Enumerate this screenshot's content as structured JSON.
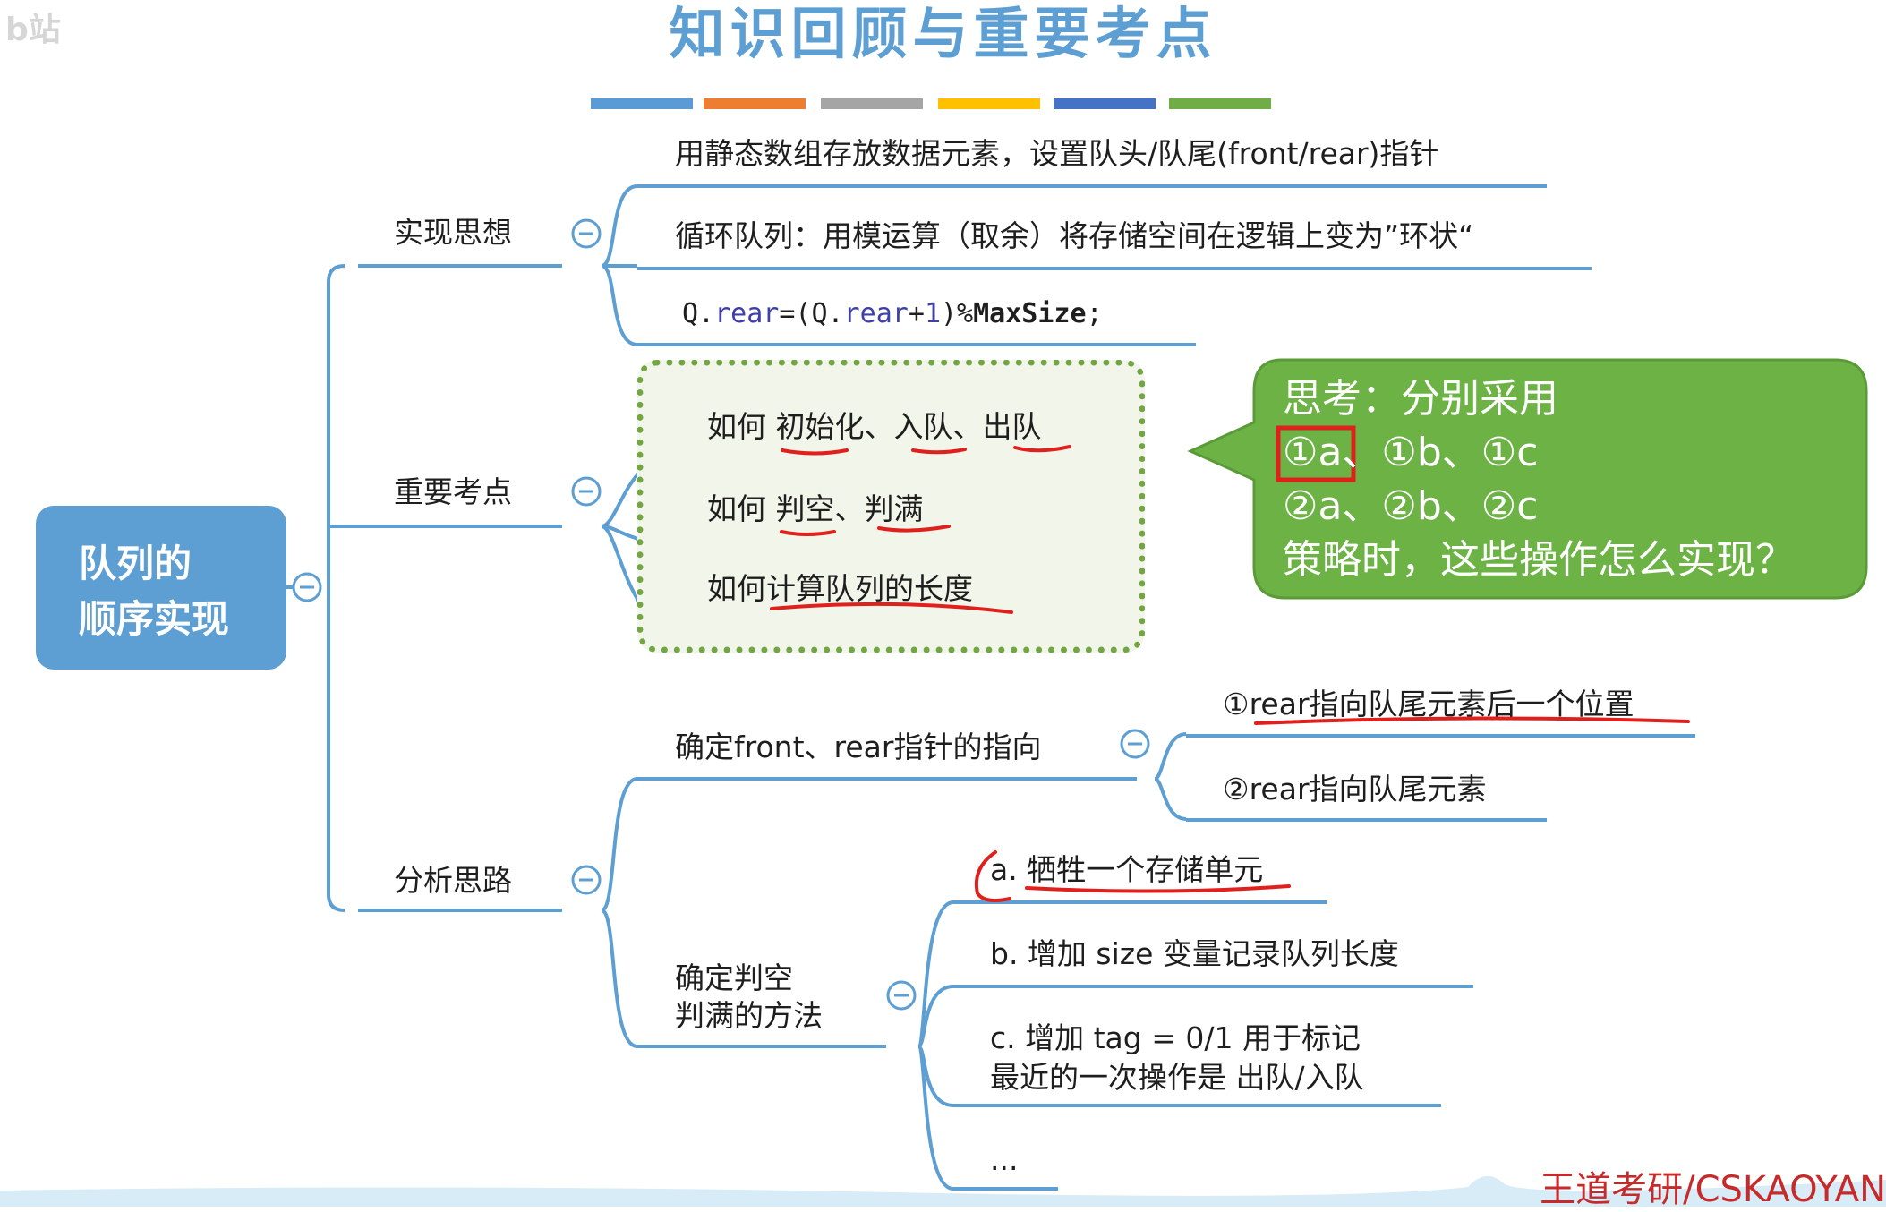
{
  "title": "知识回顾与重要考点",
  "watermark": "b站",
  "accent_colors": [
    "#5b9bd5",
    "#ed7d31",
    "#a5a5a5",
    "#ffc000",
    "#4472c4",
    "#70ad47"
  ],
  "root": {
    "line1": "队列的",
    "line2": "顺序实现",
    "color": "#5d9fd2"
  },
  "branch_implement": {
    "label": "实现思想",
    "items": [
      "用静态数组存放数据元素，设置队头/队尾(front/rear)指针",
      "循环队列：用模运算（取余）将存储空间在逻辑上变为”环状“"
    ],
    "code": {
      "a": "Q.",
      "b": "rear",
      "c": "=(Q.",
      "d": "rear",
      "e": "+",
      "f": "1",
      "g": ")%",
      "h": "MaxSize",
      "i": ";"
    }
  },
  "branch_keypoints": {
    "label": "重要考点",
    "items": [
      "如何 初始化、入队、出队",
      "如何 判空、判满",
      "如何计算队列的长度"
    ]
  },
  "callout": {
    "color": "#6cb244",
    "line1": "思考：分别采用",
    "line2": "①a、①b、①c",
    "line3": "②a、②b、②c",
    "line4": "策略时，这些操作怎么实现？"
  },
  "branch_analysis": {
    "label": "分析思路",
    "pointer": {
      "label": "确定front、rear指针的指向",
      "options": [
        "①rear指向队尾元素后一个位置",
        "②rear指向队尾元素"
      ]
    },
    "empty_full": {
      "label_line1": "确定判空",
      "label_line2": "判满的方法",
      "options": [
        "a. 牺牲一个存储单元",
        "b. 增加 size 变量记录队列长度"
      ],
      "option_c_line1": "c. 增加 tag = 0/1 用于标记",
      "option_c_line2": "最近的一次操作是 出队/入队",
      "option_more": "..."
    }
  },
  "footer": "王道考研/CSKAOYAN"
}
